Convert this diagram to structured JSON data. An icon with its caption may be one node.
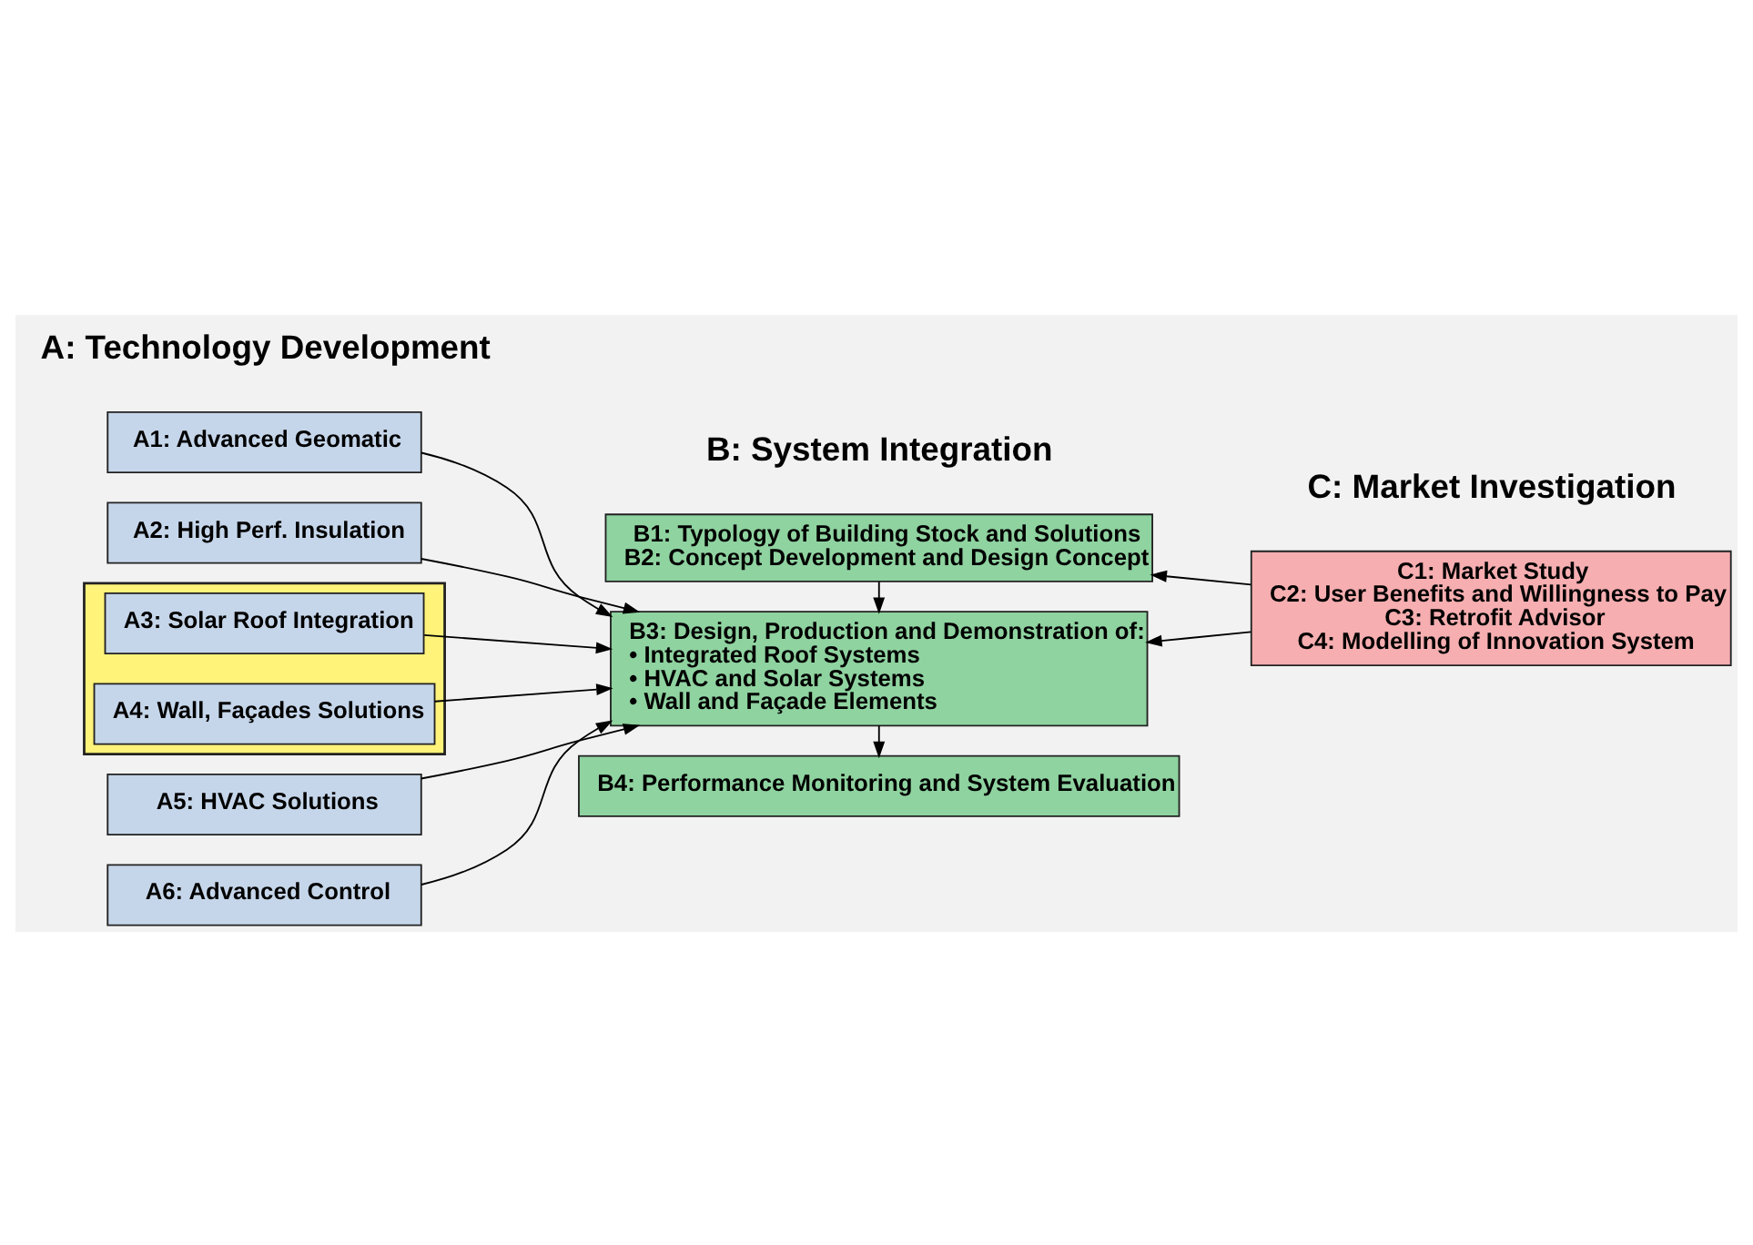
{
  "diagram": {
    "nodes": [
      {
        "text": [
          "B1: Typology of Building Stock and Solutions",
          "B2: Concept Development and Design Concept"
        ]
      },
      {
        "text": [
          "C1: Market Study",
          "C2: User Benefits and Willingness to Pay",
          "C3: Retrofit Advisor",
          "C4: Modelling of Innovation System"
        ]
      },
      {
        "text": [
          "A1: Advanced Geomatic"
        ]
      },
      {
        "text": [
          "B3: Design, Production and Demonstration of:",
          "• Integrated Roof Systems",
          "• HVAC and Solar Systems",
          "• Wall and Façade Elements"
        ]
      },
      {
        "text": [
          "A2: High Perf. Insulation"
        ]
      },
      {
        "text": [],
        "shape": "box"
      },
      {
        "text": [
          "A3: Solar Roof Integration"
        ],
        "in": 5
      },
      {
        "text": [
          "A4: Wall, Façades Solutions"
        ],
        "in": 5
      },
      {
        "text": [
          "A5: HVAC Solutions"
        ]
      },
      {
        "text": [
          "A6: Advanced Control"
        ]
      },
      {
        "text": [
          "B4: Performance Monitoring and System Evaluation"
        ]
      }
    ],
    "edges": [
      {
        "from": 1,
        "to": 0,
        "arrow": "to"
      },
      {
        "from": 0,
        "to": 3,
        "arrow": "to"
      },
      {
        "from": 1,
        "to": 3,
        "arrow": "to"
      },
      {
        "from": 2,
        "to": 3,
        "arrow": "to"
      },
      {
        "from": 4,
        "to": 3,
        "arrow": "to"
      },
      {
        "from": 6,
        "to": 3,
        "arrow": "to"
      },
      {
        "from": 7,
        "to": 3,
        "arrow": "to"
      },
      {
        "from": 8,
        "to": 3,
        "arrow": "to"
      },
      {
        "from": 9,
        "to": 3,
        "arrow": "to"
      },
      {
        "from": 3,
        "to": 10,
        "arrow": "to"
      }
    ],
    "labels": [
      "A: Technology Development",
      "B: System Integration",
      "C: Market Investigation"
    ]
  }
}
